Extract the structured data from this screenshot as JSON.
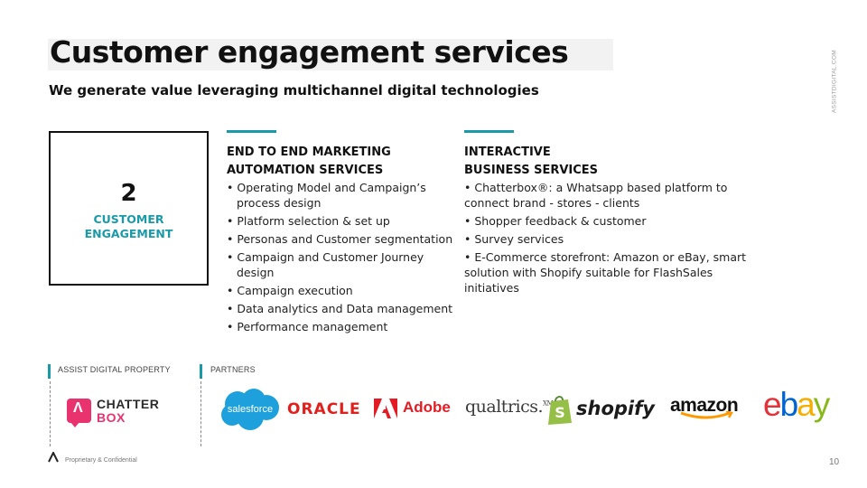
{
  "header": {
    "title": "Customer engagement services",
    "subtitle": "We generate value leveraging multichannel digital technologies",
    "side_url": "ASSISTDIGITAL.COM"
  },
  "box": {
    "number": "2",
    "label_line1": "CUSTOMER",
    "label_line2": "ENGAGEMENT"
  },
  "columns": [
    {
      "heading_line1": "END TO END MARKETING",
      "heading_line2": "AUTOMATION SERVICES",
      "items": [
        "Operating Model and Campaign’s process design",
        "Platform selection & set up",
        "Personas and Customer segmentation",
        "Campaign and Customer Journey design",
        "Campaign execution",
        "Data analytics and Data management",
        "Performance management"
      ]
    },
    {
      "heading_line1": "INTERACTIVE",
      "heading_line2": "BUSINESS SERVICES",
      "items": [
        "Chatterbox®: a Whatsapp based platform to connect brand - stores - clients",
        "Shopper feedback & customer",
        "Survey services",
        "E-Commerce storefront: Amazon or eBay, smart solution  with Shopify suitable for FlashSales initiatives"
      ]
    }
  ],
  "bottom": {
    "property_label": "ASSIST DIGITAL PROPERTY",
    "partners_label": "PARTNERS",
    "chatterbox": {
      "line1": "CHATTER",
      "line2": "BOX"
    },
    "partners": {
      "salesforce": "salesforce",
      "oracle": "ORACLE",
      "adobe": "Adobe",
      "qualtrics": "qualtrics.",
      "qualtrics_sup": "XM",
      "shopify": "shopify",
      "amazon": "amazon",
      "ebay_e": "e",
      "ebay_b": "b",
      "ebay_a": "a",
      "ebay_y": "y"
    }
  },
  "footer": {
    "confidential": "Proprietary & Confidential",
    "page": "10"
  },
  "colors": {
    "accent": "#1a9aa8",
    "chatterbox_pink": "#e8336f",
    "salesforce_blue": "#1ea0dc"
  }
}
